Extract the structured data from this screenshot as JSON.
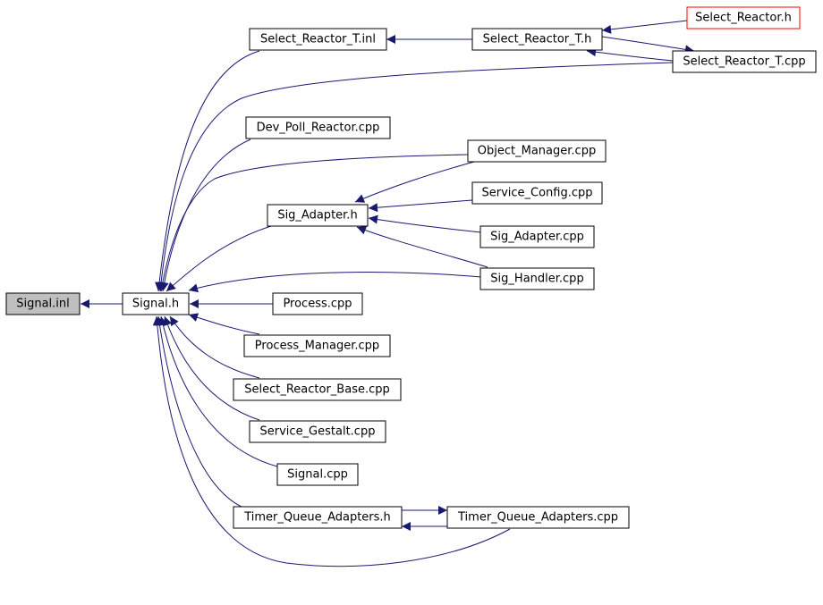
{
  "colors": {
    "edge": "#191970",
    "node_border": "#000000",
    "current_fill": "#bfbfbf",
    "external_border": "#ff0000"
  },
  "nodes": {
    "signal_inl": "Signal.inl",
    "signal_h": "Signal.h",
    "select_reactor_t_inl": "Select_Reactor_T.inl",
    "select_reactor_t_h": "Select_Reactor_T.h",
    "select_reactor_h": "Select_Reactor.h",
    "select_reactor_t_cpp": "Select_Reactor_T.cpp",
    "dev_poll_reactor_cpp": "Dev_Poll_Reactor.cpp",
    "object_manager_cpp": "Object_Manager.cpp",
    "sig_adapter_h": "Sig_Adapter.h",
    "service_config_cpp": "Service_Config.cpp",
    "sig_adapter_cpp": "Sig_Adapter.cpp",
    "sig_handler_cpp": "Sig_Handler.cpp",
    "process_cpp": "Process.cpp",
    "process_manager_cpp": "Process_Manager.cpp",
    "select_reactor_base_cpp": "Select_Reactor_Base.cpp",
    "service_gestalt_cpp": "Service_Gestalt.cpp",
    "signal_cpp": "Signal.cpp",
    "timer_queue_adapters_h": "Timer_Queue_Adapters.h",
    "timer_queue_adapters_cpp": "Timer_Queue_Adapters.cpp"
  }
}
